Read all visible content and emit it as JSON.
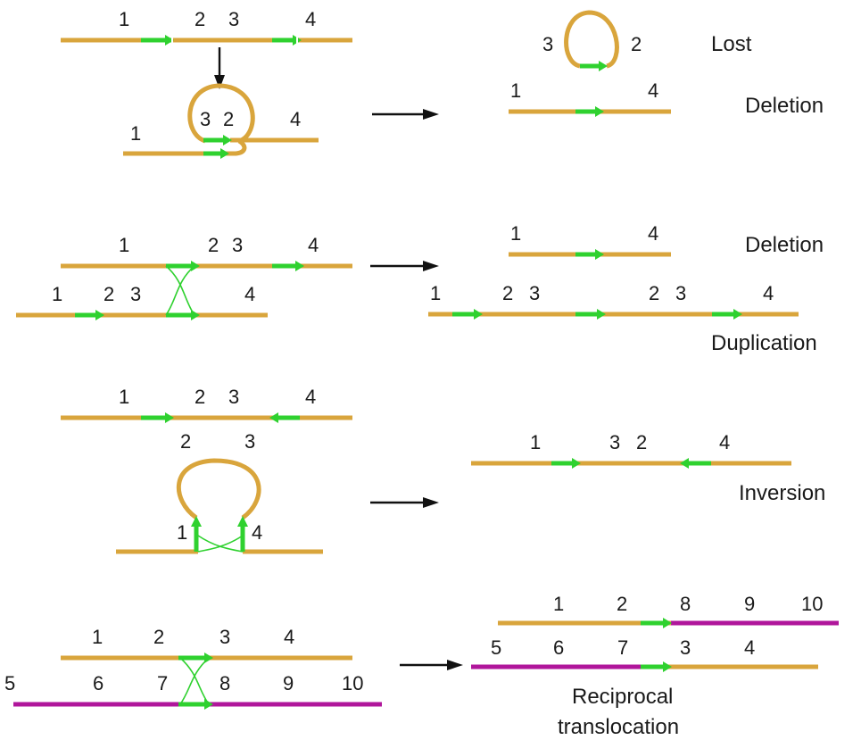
{
  "numbers": {
    "n1": "1",
    "n2": "2",
    "n3": "3",
    "n4": "4",
    "n5": "5",
    "n6": "6",
    "n7": "7",
    "n8": "8",
    "n9": "9",
    "n10": "10"
  },
  "labels": {
    "lost": "Lost",
    "deletion": "Deletion",
    "duplication": "Duplication",
    "inversion": "Inversion",
    "reciprocal_line1": "Reciprocal",
    "reciprocal_line2": "translocation"
  },
  "colors": {
    "chromosome": "#d9a53c",
    "second_chromosome": "#b0169b",
    "repeat_segment": "#2fd12f",
    "arrow": "#111111"
  }
}
